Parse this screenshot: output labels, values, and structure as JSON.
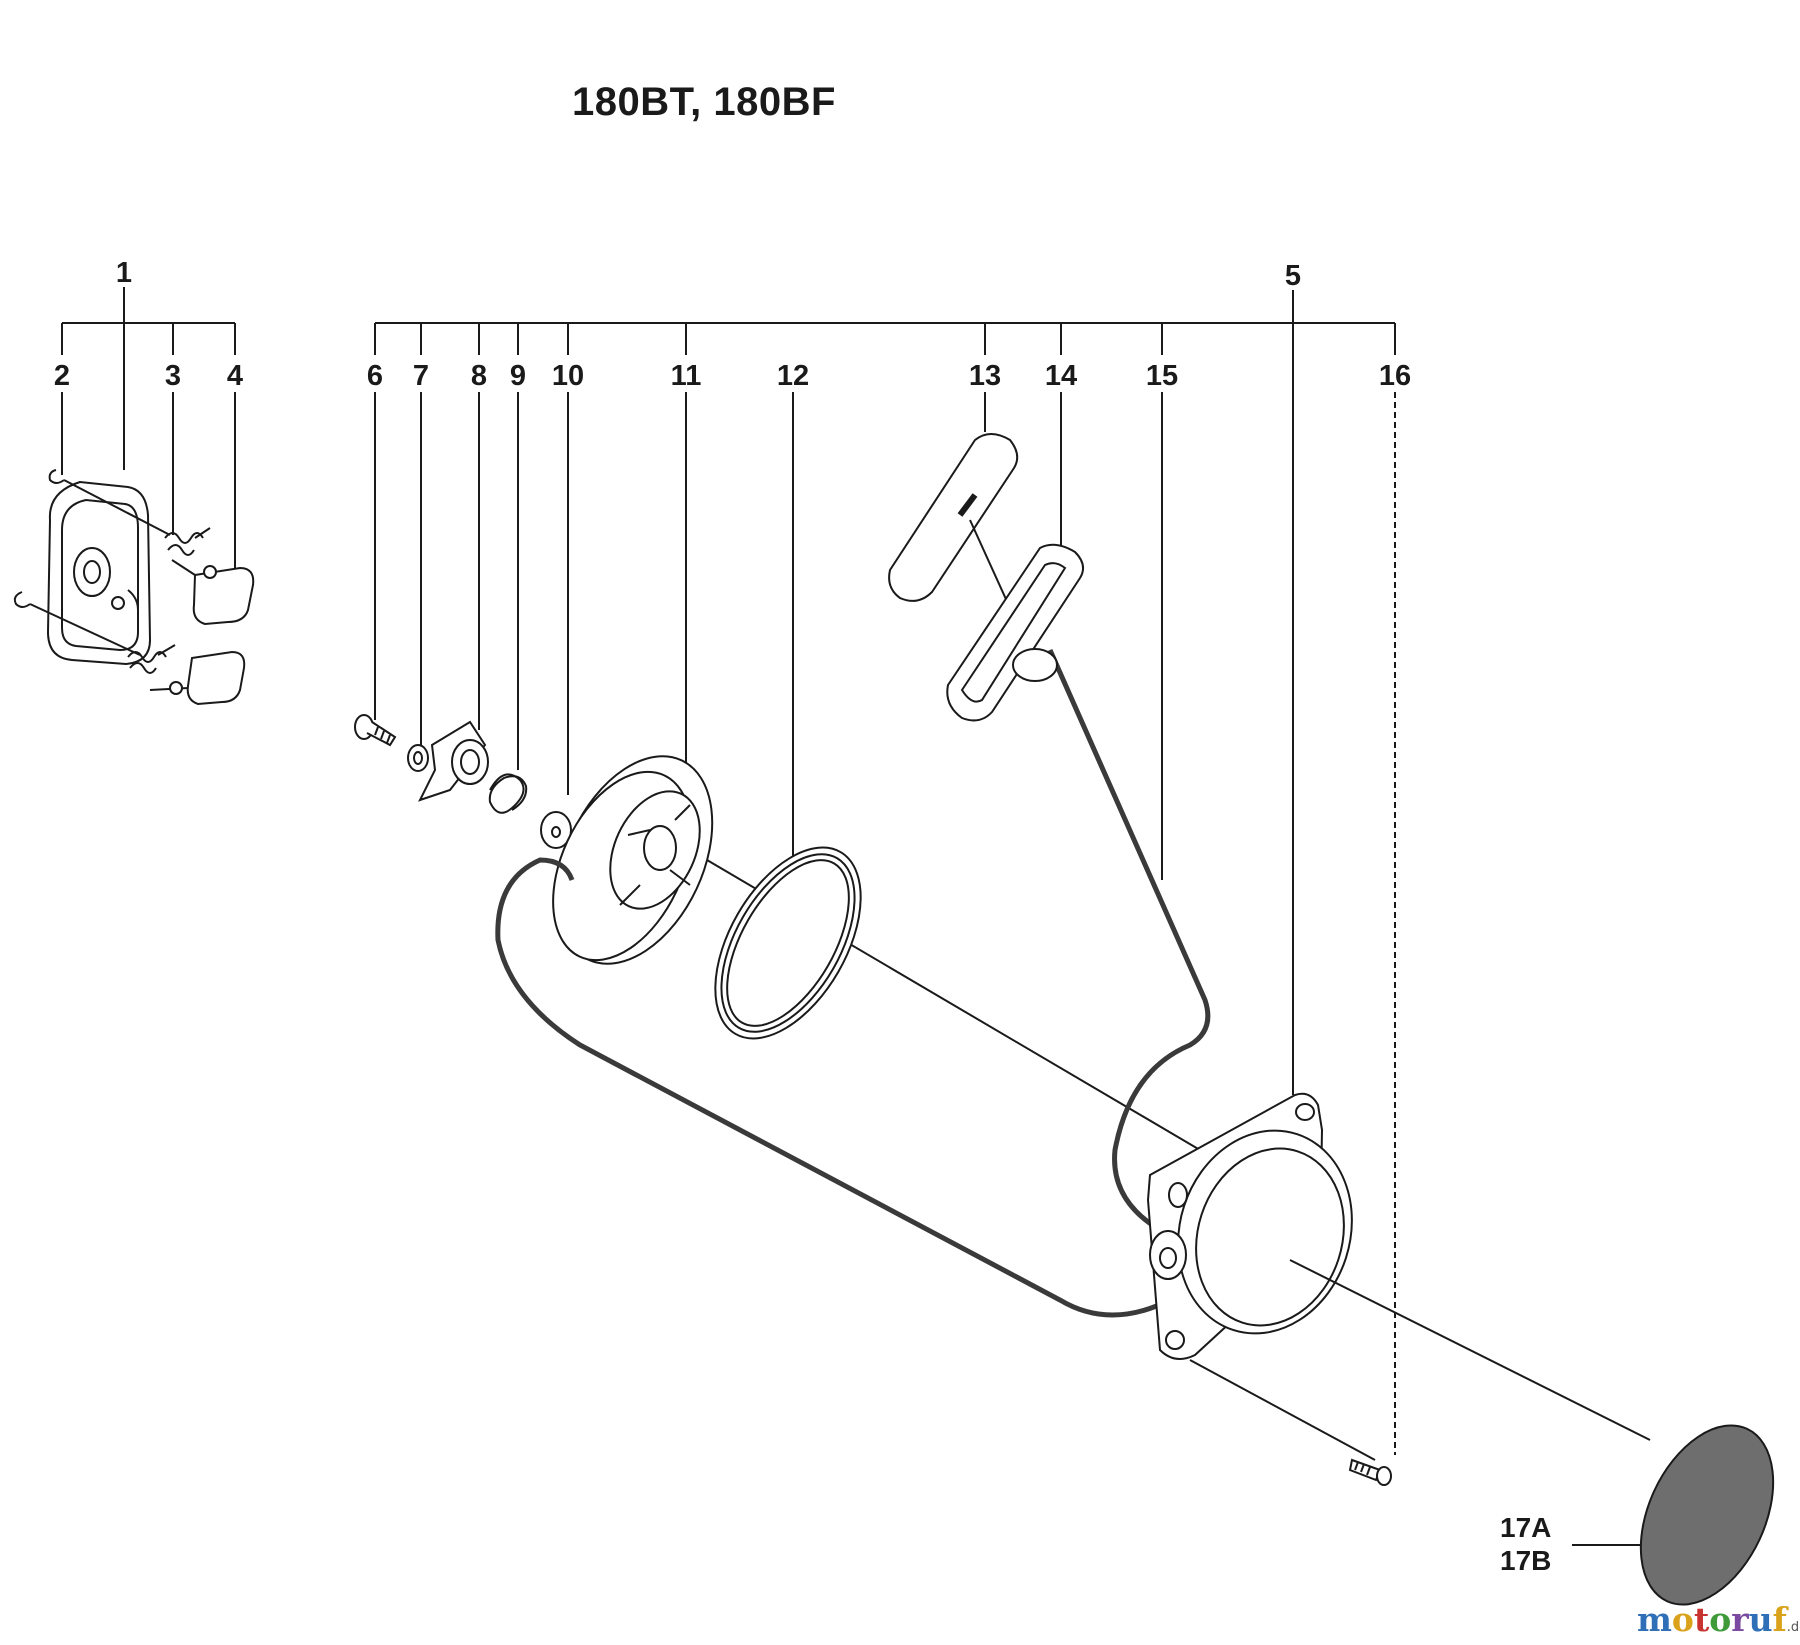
{
  "title": "180BT, 180BF",
  "callouts": {
    "c1": "1",
    "c2": "2",
    "c3": "3",
    "c4": "4",
    "c5": "5",
    "c6": "6",
    "c7": "7",
    "c8": "8",
    "c9": "9",
    "c10": "10",
    "c11": "11",
    "c12": "12",
    "c13": "13",
    "c14": "14",
    "c15": "15",
    "c16": "16",
    "c17a": "17A",
    "c17b": "17B"
  },
  "watermark": {
    "letters": [
      "m",
      "o",
      "t",
      "o",
      "r",
      "u",
      "f"
    ],
    "suffix": ".de",
    "colors": [
      "#2e6fb7",
      "#d9a21a",
      "#c8322f",
      "#3f9a3a",
      "#7b4aa0",
      "#2e6fb7",
      "#d9a21a"
    ]
  },
  "colors": {
    "line": "#1a1a1a",
    "part_fill": "#ffffff",
    "cap_fill": "#6e6e6e",
    "cord": "#3a3a3a"
  }
}
